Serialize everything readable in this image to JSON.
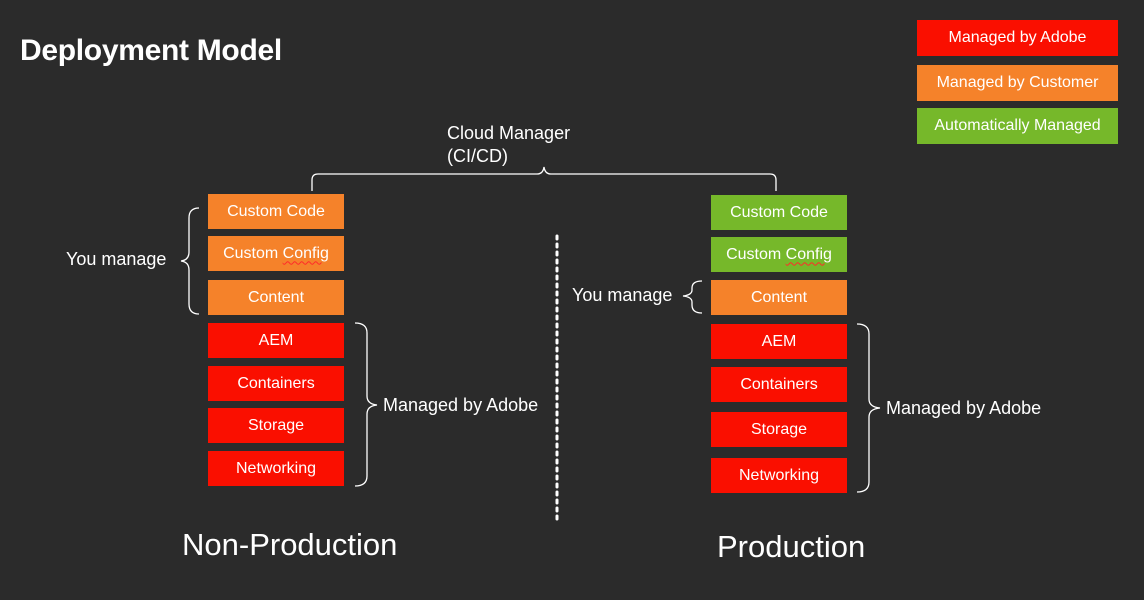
{
  "title": "Deployment Model",
  "legend": {
    "adobe": "Managed by Adobe",
    "customer": "Managed by Customer",
    "automatic": "Automatically Managed"
  },
  "cloud_manager": {
    "line1": "Cloud Manager",
    "line2": "(CI/CD)"
  },
  "non_production": {
    "label": "Non-Production",
    "you_manage": "You manage",
    "managed_by_adobe": "Managed by Adobe",
    "layers": {
      "custom_code": "Custom Code",
      "custom_config_prefix": "Custom ",
      "custom_config_word": "Config",
      "content": "Content",
      "aem": "AEM",
      "containers": "Containers",
      "storage": "Storage",
      "networking": "Networking"
    }
  },
  "production": {
    "label": "Production",
    "you_manage": "You manage",
    "managed_by_adobe": "Managed by Adobe",
    "layers": {
      "custom_code": "Custom Code",
      "custom_config_prefix": "Custom ",
      "custom_config_word": "Config",
      "content": "Content",
      "aem": "AEM",
      "containers": "Containers",
      "storage": "Storage",
      "networking": "Networking"
    }
  },
  "colors": {
    "background": "#2b2b2b",
    "adobe_red": "#fa0f00",
    "customer_orange": "#f5822a",
    "auto_green": "#76b82a"
  }
}
